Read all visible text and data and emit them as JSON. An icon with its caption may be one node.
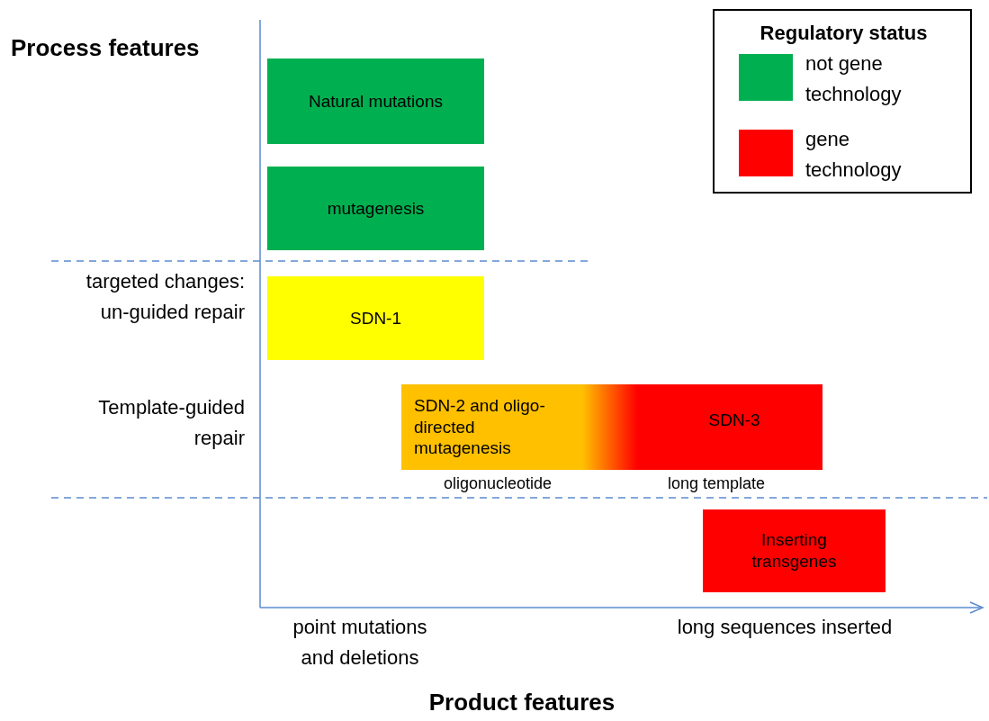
{
  "diagram": {
    "nodes": [
      {
        "text": [
          "Natural mutations"
        ]
      },
      {
        "text": [
          "mutagenesis"
        ]
      },
      {
        "text": [
          "SDN-1"
        ]
      },
      {
        "text": [
          "SDN-2 and oligo-directed mutagenesis",
          "SDN-3"
        ],
        "beside": [
          "oligonucleotide",
          "long template"
        ]
      },
      {
        "text": [
          "Inserting transgenes"
        ]
      }
    ],
    "labels": [
      "Process features",
      "targeted changes: un-guided repair",
      "Template-guided repair",
      "point mutations and deletions",
      "long sequences inserted",
      "Product features",
      "Regulatory status"
    ],
    "legend": [
      {
        "text": "not gene technology",
        "color": "#00b050"
      },
      {
        "text": "gene technology",
        "color": "#ff0000"
      }
    ]
  }
}
